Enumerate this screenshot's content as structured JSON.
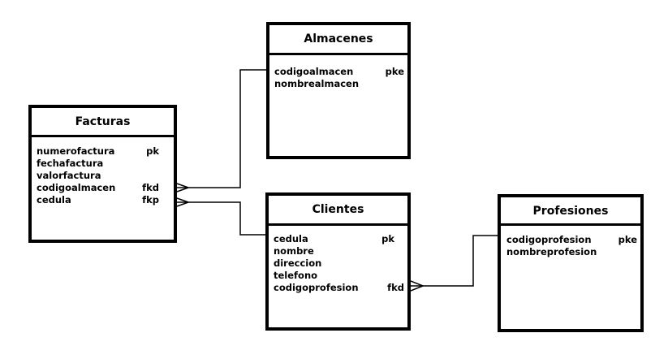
{
  "entities": {
    "facturas": {
      "title": "Facturas",
      "attributes": [
        {
          "name": "numerofactura",
          "key": "pk"
        },
        {
          "name": "fechafactura",
          "key": ""
        },
        {
          "name": "valorfactura",
          "key": ""
        },
        {
          "name": "codigoalmacen",
          "key": "fkd"
        },
        {
          "name": "cedula",
          "key": "fkp"
        }
      ]
    },
    "almacenes": {
      "title": "Almacenes",
      "attributes": [
        {
          "name": "codigoalmacen",
          "key": "pke"
        },
        {
          "name": "nombrealmacen",
          "key": ""
        }
      ]
    },
    "clientes": {
      "title": "Clientes",
      "attributes": [
        {
          "name": "cedula",
          "key": "pk"
        },
        {
          "name": "nombre",
          "key": ""
        },
        {
          "name": "direccion",
          "key": ""
        },
        {
          "name": "telefono",
          "key": ""
        },
        {
          "name": "codigoprofesion",
          "key": "fkd"
        }
      ]
    },
    "profesiones": {
      "title": "Profesiones",
      "attributes": [
        {
          "name": "codigoprofesion",
          "key": "pke"
        },
        {
          "name": "nombreprofesion",
          "key": ""
        }
      ]
    }
  },
  "relationships": [
    {
      "from": "facturas",
      "to": "almacenes",
      "many_side": "facturas"
    },
    {
      "from": "facturas",
      "to": "clientes",
      "many_side": "facturas"
    },
    {
      "from": "clientes",
      "to": "profesiones",
      "many_side": "clientes"
    }
  ],
  "colors": {
    "line": "#000000",
    "background": "#ffffff"
  }
}
